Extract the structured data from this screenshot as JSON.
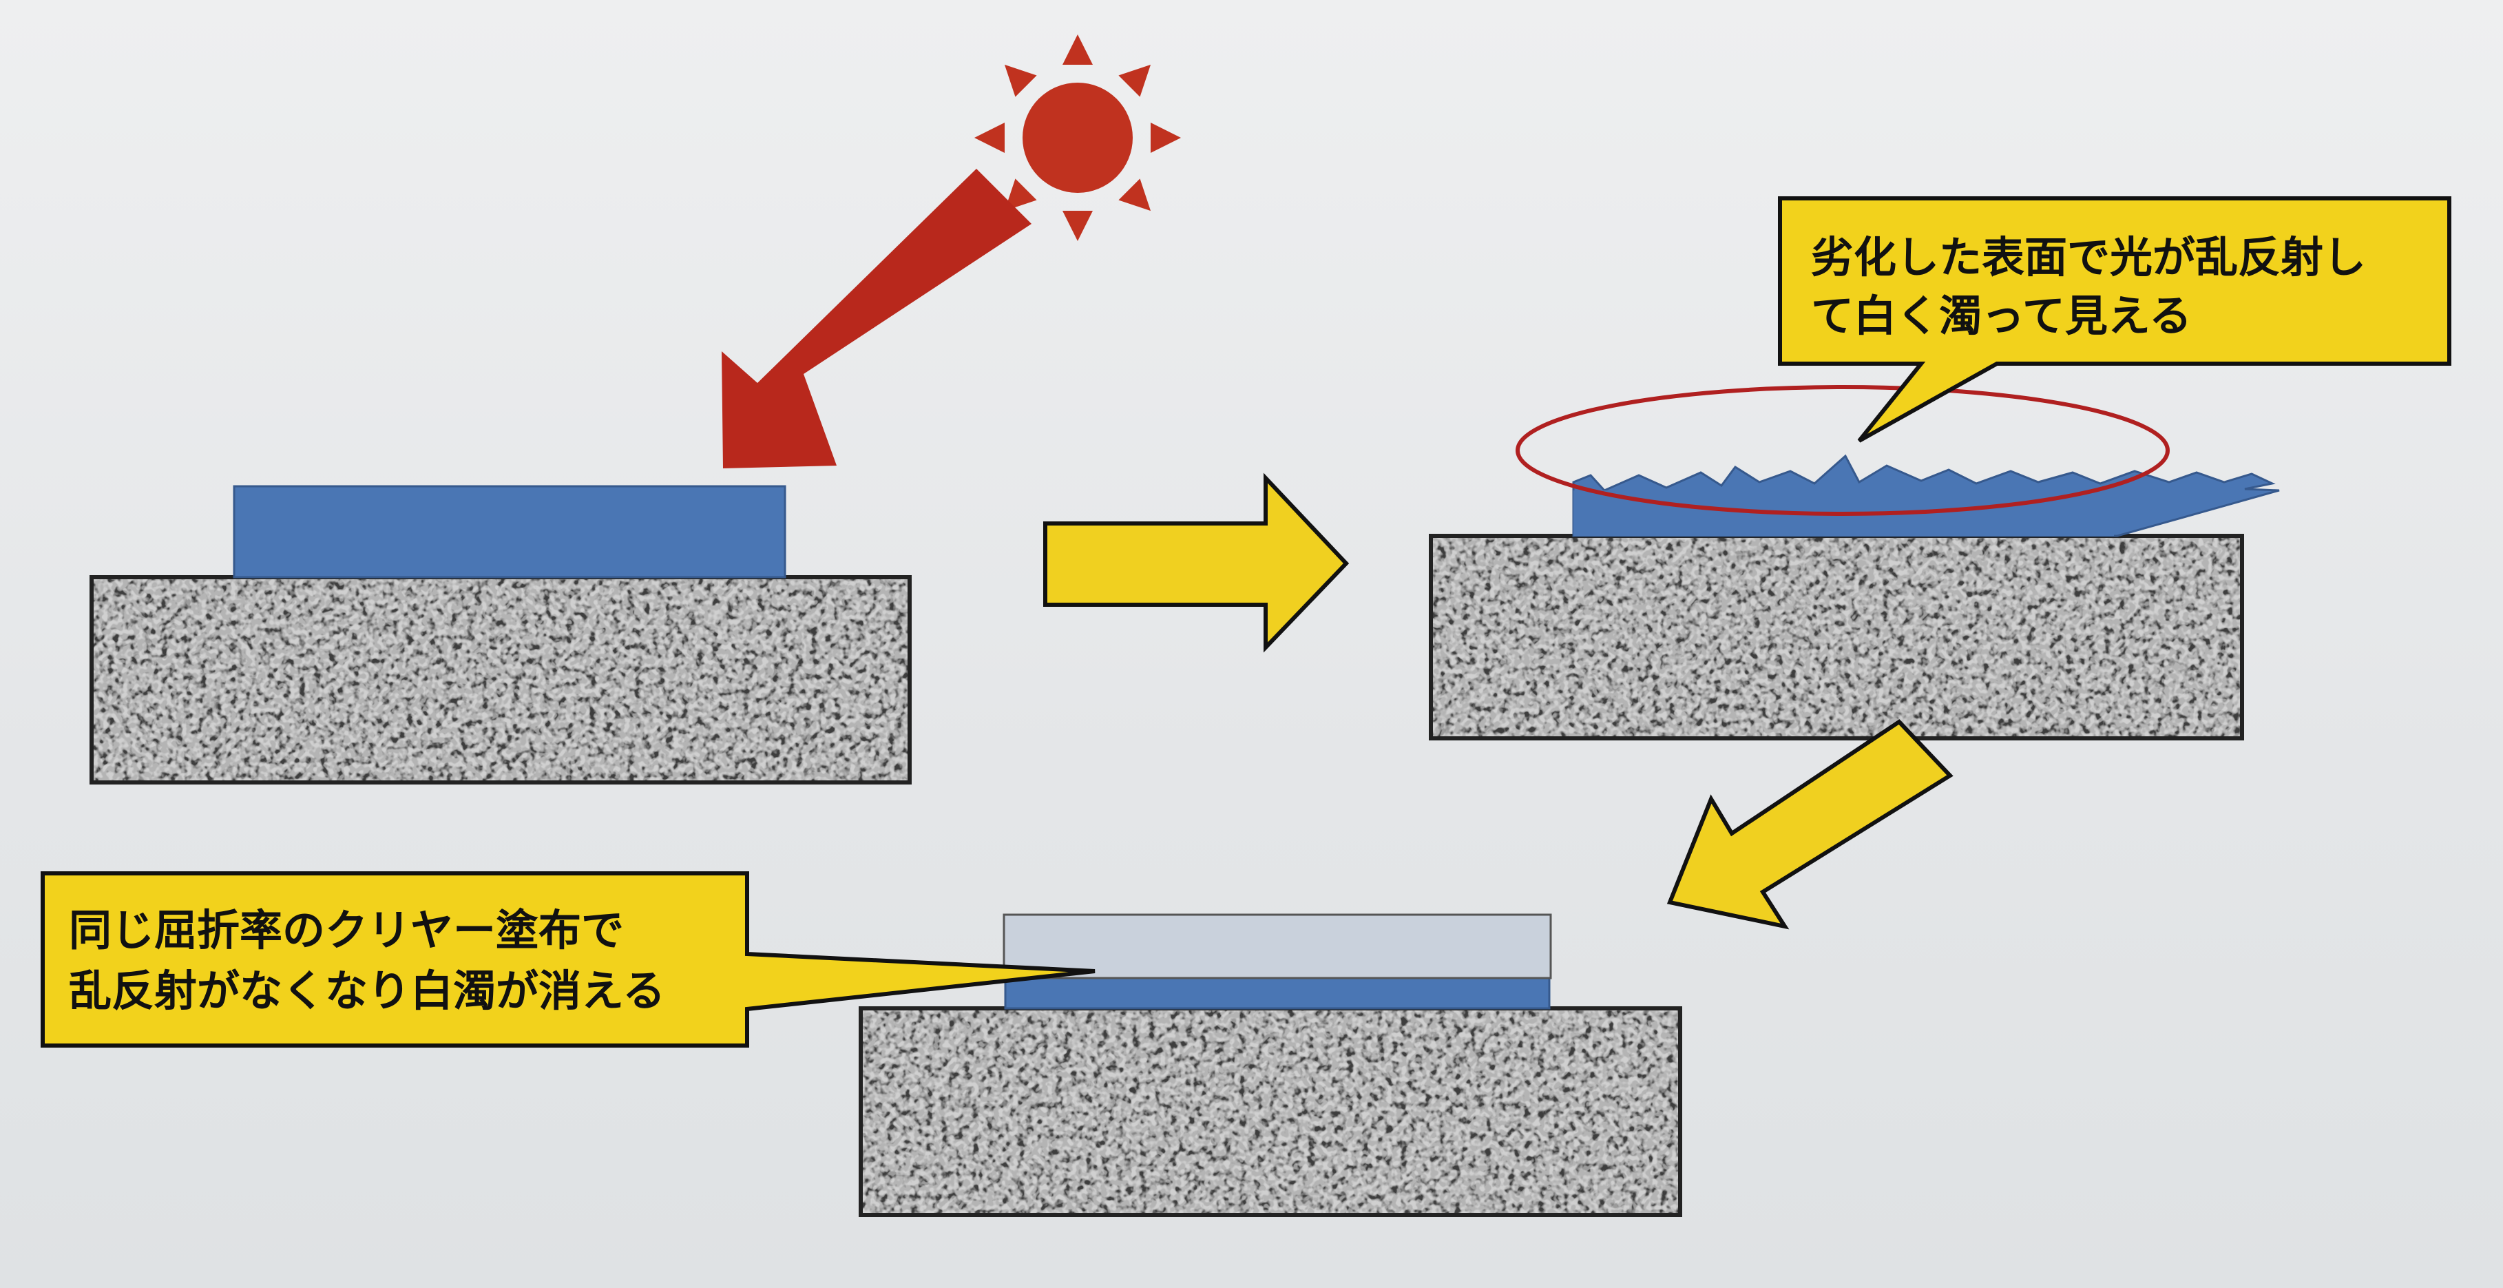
{
  "callouts": {
    "degraded": {
      "lines": [
        "劣化した表面で光が乱反射し",
        "て白く濁って見える"
      ]
    },
    "clear_coat": {
      "lines": [
        "同じ屈折率のクリヤー塗布で",
        "乱反射がなくなり白濁が消える"
      ]
    }
  },
  "colors": {
    "sun": "#c0321f",
    "light_arrow": "#b8281c",
    "flow_arrow": "#f0d020",
    "callout_fill": "#f2d21c",
    "coating": "#4a76b4",
    "clear_layer": "#c9d1dc",
    "substrate": "#9a9a9a",
    "ellipse": "#b02020",
    "outline": "#222222"
  },
  "icons": [
    "sun-icon",
    "light-ray-arrow",
    "flow-arrow-right",
    "flow-arrow-down-left"
  ]
}
